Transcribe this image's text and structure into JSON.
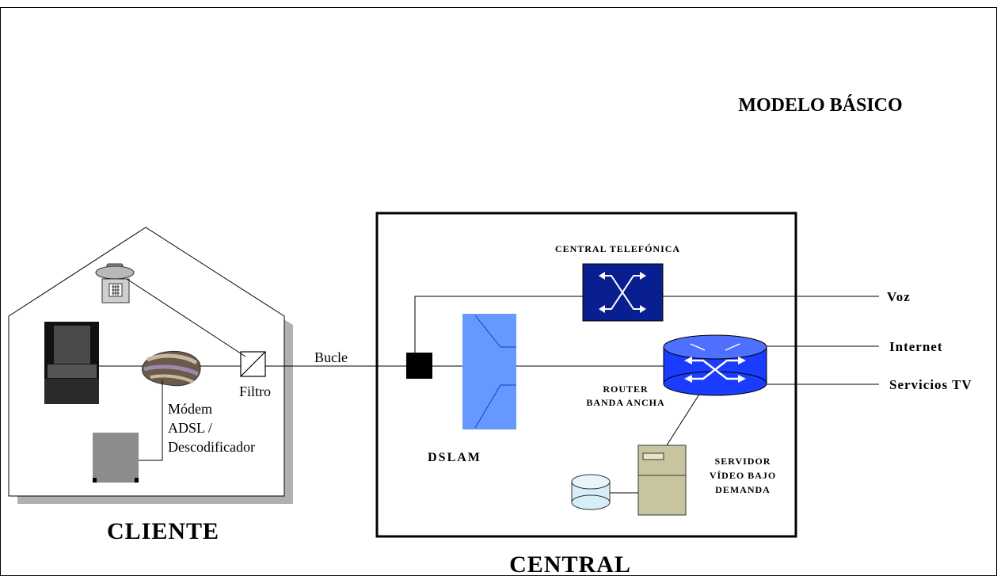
{
  "title": "MODELO BÁSICO",
  "client": {
    "label": "CLIENTE",
    "filter_label": "Filtro",
    "modem_label_lines": [
      "Módem",
      "ADSL /",
      "Descodificador"
    ]
  },
  "loop_label": "Bucle",
  "central": {
    "label": "CENTRAL",
    "switch_label": "CENTRAL TELEFÓNICA",
    "dslam_label": "DSLAM",
    "router_label_lines": [
      "ROUTER",
      "BANDA ANCHA"
    ],
    "server_label_lines": [
      "SERVIDOR",
      "VÍDEO BAJO",
      "DEMANDA"
    ]
  },
  "outputs": {
    "voice": "Voz",
    "internet": "Internet",
    "tv": "Servicios TV"
  },
  "colors": {
    "switch_fill": "#0a1f8f",
    "router_fill": "#1a3cff",
    "dslam_fill": "#6699ff",
    "server_fill": "#c8c4a0",
    "disk_fill": "#d6eef8",
    "house_shadow": "#b0b0b0"
  }
}
